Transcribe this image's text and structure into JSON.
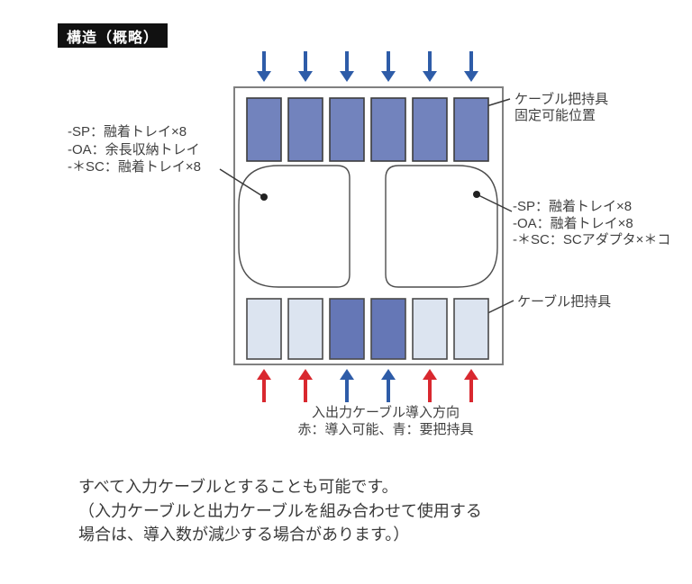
{
  "header": {
    "title": "構造（概略）"
  },
  "colors": {
    "cell_blue": "#7283bd",
    "cell_dark_blue": "#6577b6",
    "cell_light_blue": "#dce4f0",
    "arrow_blue": "#2e5ca8",
    "arrow_red": "#d9282f",
    "box_border": "#808080",
    "line": "#3a3a3a",
    "text": "#404040",
    "label_bg": "#111111",
    "label_text": "#ffffff"
  },
  "diagram": {
    "top_arrows": [
      "blue",
      "blue",
      "blue",
      "blue",
      "blue",
      "blue"
    ],
    "top_cells": [
      "blue",
      "blue",
      "blue",
      "blue",
      "blue",
      "blue"
    ],
    "bottom_cells": [
      "light",
      "light",
      "dark",
      "dark",
      "light",
      "light"
    ],
    "bottom_arrows": [
      "red",
      "red",
      "blue",
      "blue",
      "red",
      "red"
    ]
  },
  "annotations": {
    "left_tray": {
      "lines": [
        "-SP：融着トレイ×8",
        "-OA：余長収納トレイ",
        "-＊SC：融着トレイ×8"
      ]
    },
    "cable_grip_top": {
      "lines": [
        "ケーブル把持具",
        "固定可能位置"
      ]
    },
    "right_tray": {
      "lines": [
        "-SP：融着トレイ×8",
        "-OA：融着トレイ×8",
        "-＊SC：SCアダプタ×＊コ"
      ]
    },
    "cable_grip_bottom": {
      "lines": [
        "ケーブル把持具"
      ]
    },
    "cable_direction": {
      "lines": [
        "入出力ケーブル導入方向",
        "赤：導入可能、青：要把持具"
      ]
    }
  },
  "footer": {
    "lines": [
      "すべて入力ケーブルとすることも可能です。",
      "（入力ケーブルと出力ケーブルを組み合わせて使用する",
      "場合は、導入数が減少する場合があります。）"
    ]
  }
}
